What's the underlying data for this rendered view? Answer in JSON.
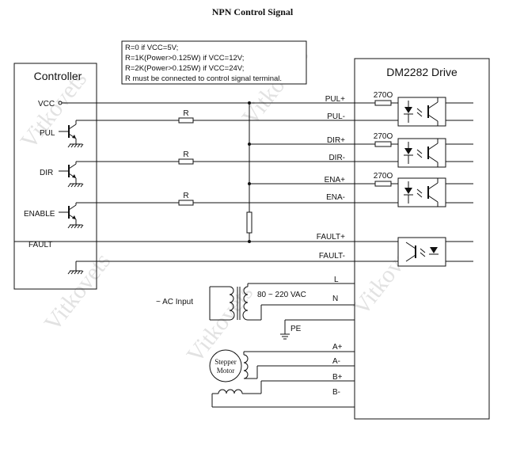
{
  "title": "NPN Control Signal",
  "controller": {
    "title": "Controller",
    "labels": {
      "vcc": "VCC",
      "pul": "PUL",
      "dir": "DIR",
      "enable": "ENABLE",
      "fault": "FAULT"
    }
  },
  "drive": {
    "title": "DM2282 Drive",
    "terminals": {
      "pul_plus": "PUL+",
      "pul_minus": "PUL-",
      "dir_plus": "DIR+",
      "dir_minus": "DIR-",
      "ena_plus": "ENA+",
      "ena_minus": "ENA-",
      "fault_plus": "FAULT+",
      "fault_minus": "FAULT-",
      "l": "L",
      "n": "N",
      "pe": "PE",
      "a_plus": "A+",
      "a_minus": "A-",
      "b_plus": "B+",
      "b_minus": "B-"
    },
    "resistor_label": "270O"
  },
  "note": {
    "lines": [
      "R=0 if VCC=5V;",
      "R=1K(Power>0.125W) if VCC=12V;",
      "R=2K(Power>0.125W) if VCC=24V;",
      "R must be connected to control signal terminal."
    ]
  },
  "resistor_label": "R",
  "ac_input": "~ AC Input",
  "voltage": "80 ~ 220 VAC",
  "motor": {
    "line1": "Stepper",
    "line2": "Motor"
  },
  "watermark": "Vitkovets"
}
